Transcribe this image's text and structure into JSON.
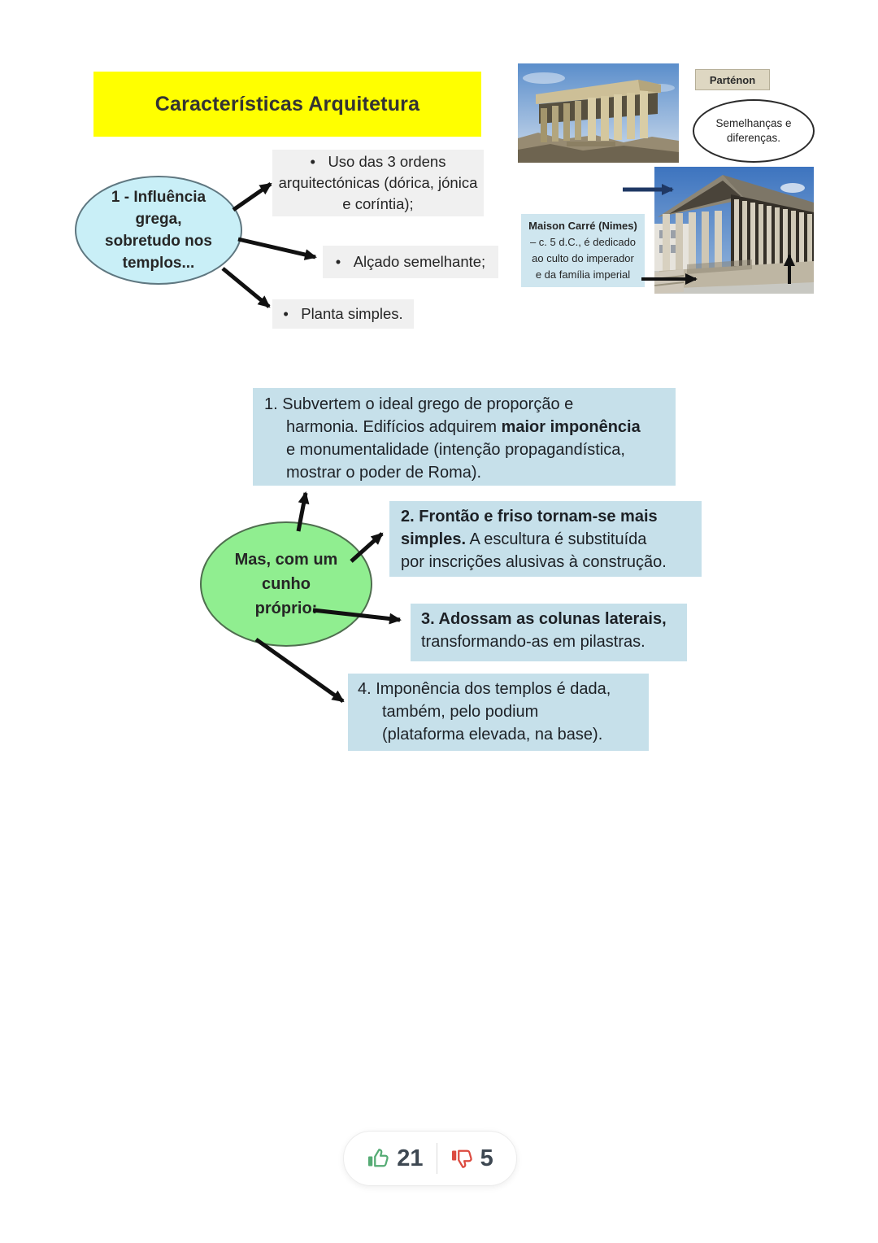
{
  "title": {
    "text": "Características Arquitetura"
  },
  "influence": {
    "node": [
      "1 - Influência",
      "grega,",
      "sobretudo nos",
      "templos..."
    ],
    "items": [
      {
        "lines": [
          "•   Uso das 3 ordens",
          "arquitectónicas (dórica, jónica",
          "e coríntia);"
        ]
      },
      {
        "lines": [
          "•   Alçado semelhante;"
        ]
      },
      {
        "lines": [
          "•   Planta simples."
        ]
      }
    ]
  },
  "parthenon": {
    "label": "Parténon",
    "oval": [
      "Semelhanças e",
      "diferenças."
    ]
  },
  "maison": {
    "caption": [
      "Maison Carré (Nimes)",
      "– c. 5 d.C., é dedicado",
      "ao culto do imperador",
      "e da família imperial"
    ]
  },
  "own": {
    "node": [
      "Mas, com um",
      "cunho",
      "próprio:"
    ]
  },
  "points": {
    "p1": {
      "l1": "1. Subvertem o ideal grego de proporção e",
      "l2_pre": "harmonia. Edifícios adquirem ",
      "l2_bold": "maior imponência",
      "l3": "e monumentalidade (intenção propagandística,",
      "l4": "mostrar o poder de Roma)."
    },
    "p2": {
      "l1_bold": "2. Frontão e friso tornam-se mais",
      "l2_bold": "simples.",
      "l2_post": " A escultura é substituída",
      "l3": "por inscrições alusivas à construção."
    },
    "p3": {
      "l1_bold": "3. Adossam as colunas laterais,",
      "l2": "transformando-as em pilastras."
    },
    "p4": {
      "l1": "4. Imponência dos templos é dada,",
      "l2": "também, pelo podium",
      "l3": "(plataforma elevada, na base)."
    }
  },
  "footer": {
    "likes": "21",
    "dislikes": "5"
  },
  "colors": {
    "title_bg": "#ffff00",
    "node_cyan": "#c9eff7",
    "node_green": "#90ee90",
    "box_blue": "#c6e0ea",
    "box_gray": "#f0f0f0",
    "label_tan": "#ded7c2",
    "arrow_black": "#111111",
    "arrow_navy": "#1f3864",
    "like_green": "#55ab74",
    "dislike_red": "#dc4b40"
  }
}
